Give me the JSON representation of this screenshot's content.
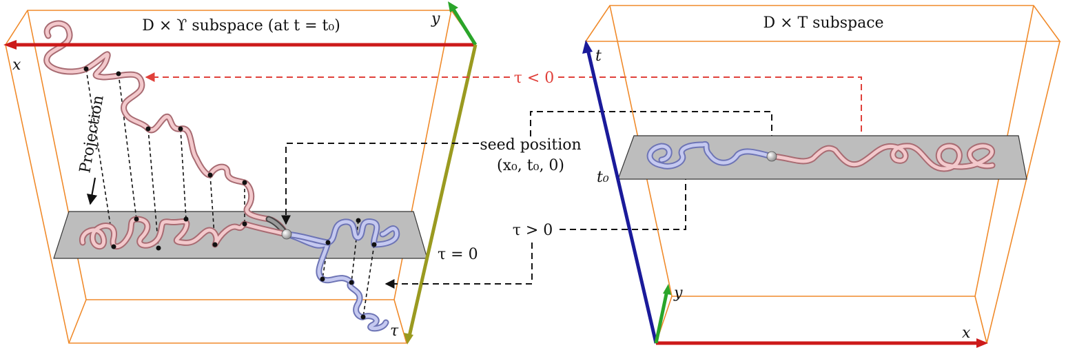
{
  "left_panel": {
    "title": "D × ϒ subspace (at t = t₀)",
    "axis_x": "x",
    "axis_y": "y",
    "axis_tau": "τ",
    "plane_label": "τ = 0",
    "projection_label": "Projection"
  },
  "right_panel": {
    "title": "D × T subspace",
    "axis_t": "t",
    "axis_x": "x",
    "axis_y": "y",
    "t0_label": "t₀"
  },
  "annotations": {
    "tau_negative": "τ < 0",
    "tau_positive": "τ > 0",
    "seed_line1": "seed position",
    "seed_line2": "(x₀, t₀, 0)"
  },
  "colors": {
    "box": "#f08a2a",
    "axis_red": "#cc1a1a",
    "axis_green": "#2aa52a",
    "axis_blue": "#1a1a9a",
    "axis_olive": "#9a9a20",
    "pink_tube": "#f3c9cc",
    "blue_tube": "#c5c9f0",
    "annotation_red": "#e0403a"
  }
}
